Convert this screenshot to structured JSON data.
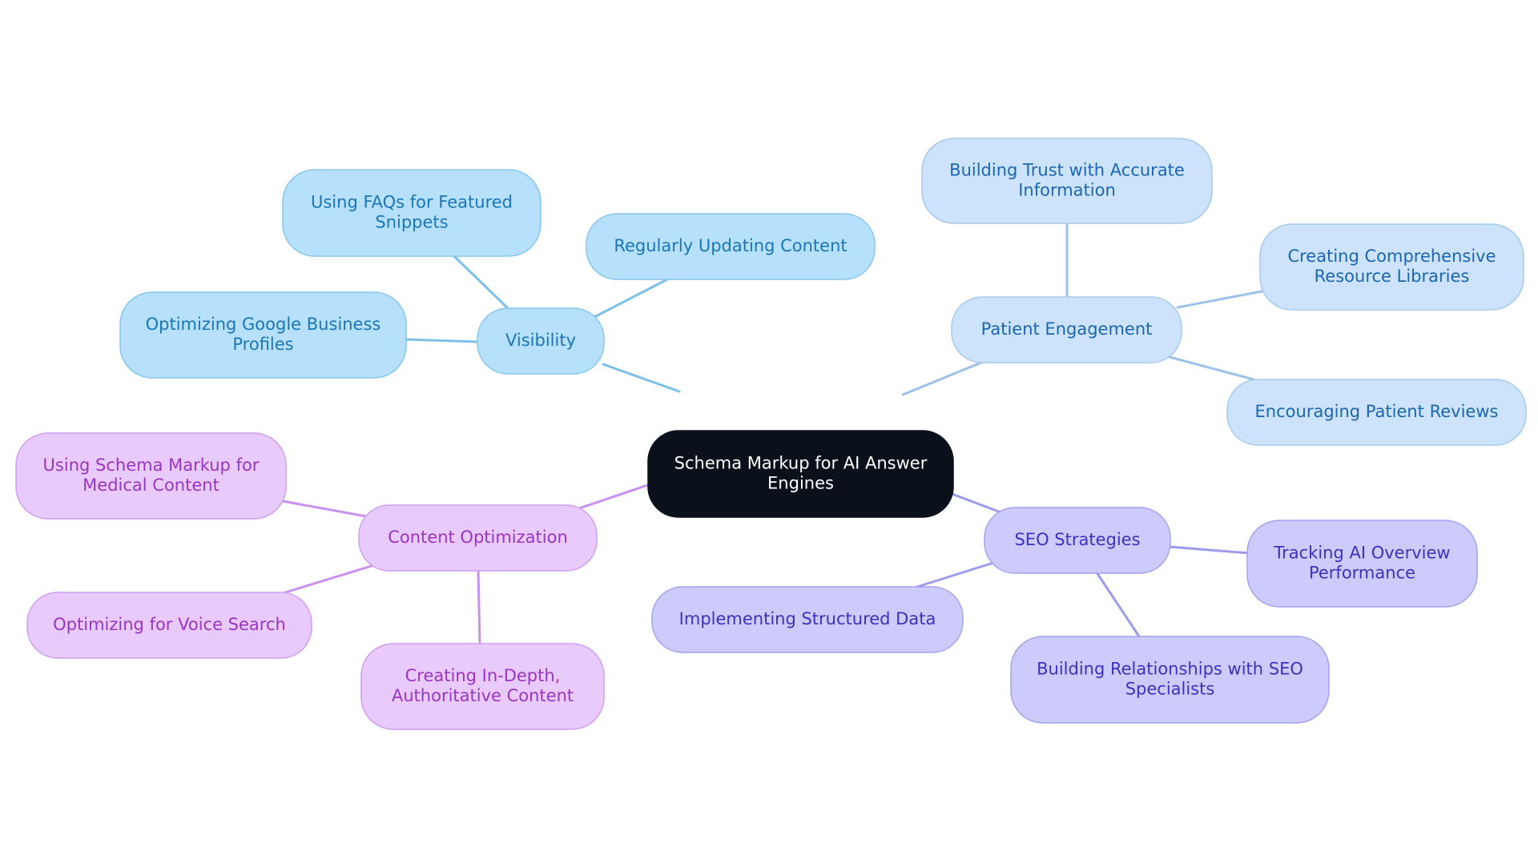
{
  "center": {
    "label_lines": [
      "Schema Markup for AI Answer",
      "Engines"
    ],
    "fill": "#0b111b",
    "text_color": "#ffffff"
  },
  "branches": [
    {
      "id": "visibility",
      "label_lines": [
        "Visibility"
      ],
      "fill": "#b6e0fb",
      "stroke": "#86c6ee",
      "text_color": "#1a76b8",
      "line_color": "#7cc0ea",
      "leaves": [
        {
          "id": "using-faqs",
          "label_lines": [
            "Using FAQs for Featured",
            "Snippets"
          ]
        },
        {
          "id": "regularly-updating",
          "label_lines": [
            "Regularly Updating Content"
          ]
        },
        {
          "id": "optimizing-google",
          "label_lines": [
            "Optimizing Google Business",
            "Profiles"
          ]
        }
      ]
    },
    {
      "id": "patient-engagement",
      "label_lines": [
        "Patient Engagement"
      ],
      "fill": "#cde3fb",
      "stroke": "#a4c9ef",
      "text_color": "#1a66b4",
      "line_color": "#9cc2ea",
      "leaves": [
        {
          "id": "building-trust",
          "label_lines": [
            "Building Trust with Accurate",
            "Information"
          ]
        },
        {
          "id": "resource-libraries",
          "label_lines": [
            "Creating Comprehensive",
            "Resource Libraries"
          ]
        },
        {
          "id": "patient-reviews",
          "label_lines": [
            "Encouraging Patient Reviews"
          ]
        }
      ]
    },
    {
      "id": "content-optimization",
      "label_lines": [
        "Content Optimization"
      ],
      "fill": "#e8cbfc",
      "stroke": "#cf9cf1",
      "text_color": "#9a34c7",
      "line_color": "#c890ef",
      "leaves": [
        {
          "id": "schema-medical",
          "label_lines": [
            "Using Schema Markup for",
            "Medical Content"
          ]
        },
        {
          "id": "voice-search",
          "label_lines": [
            "Optimizing for Voice Search"
          ]
        },
        {
          "id": "in-depth-content",
          "label_lines": [
            "Creating In-Depth,",
            "Authoritative Content"
          ]
        }
      ]
    },
    {
      "id": "seo-strategies",
      "label_lines": [
        "SEO Strategies"
      ],
      "fill": "#cccbfc",
      "stroke": "#a3a1ee",
      "text_color": "#3a32c0",
      "line_color": "#9d9bee",
      "leaves": [
        {
          "id": "tracking-ai",
          "label_lines": [
            "Tracking AI Overview",
            "Performance"
          ]
        },
        {
          "id": "structured-data",
          "label_lines": [
            "Implementing Structured Data"
          ]
        },
        {
          "id": "seo-specialists",
          "label_lines": [
            "Building Relationships with SEO",
            "Specialists"
          ]
        }
      ]
    }
  ]
}
